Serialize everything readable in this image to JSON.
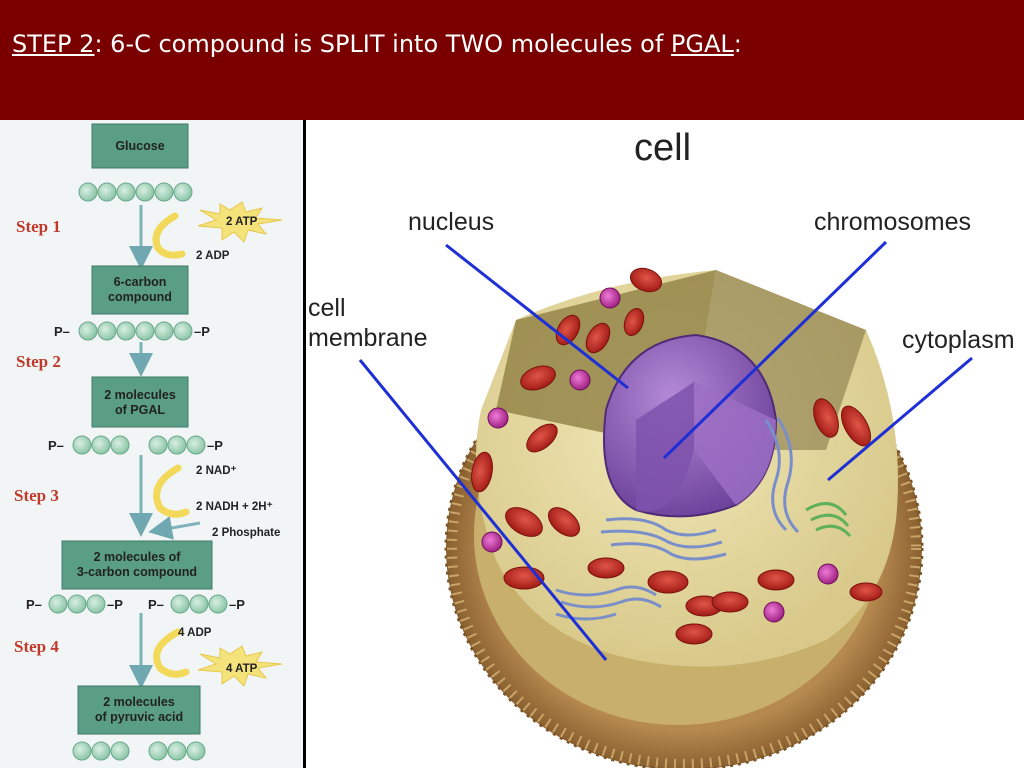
{
  "slide": {
    "title_step": "STEP 2",
    "title_mid": ": 6-C compound is SPLIT into TWO molecules of ",
    "title_pgal": "PGAL",
    "title_end": ":"
  },
  "glycolysis": {
    "boxes": [
      "Glucose",
      "6-carbon",
      "compound",
      "2 molecules",
      "of PGAL",
      "2 molecules of",
      "3-carbon compound",
      "2 molecules",
      "of pyruvic acid"
    ],
    "steps": [
      "Step 1",
      "Step 2",
      "Step 3",
      "Step 4"
    ],
    "atp_in": "2 ATP",
    "adp_out": "2 ADP",
    "p_left": "P–",
    "p_right": "–P",
    "nad": "2 NAD⁺",
    "nadh": "2 NADH + 2H⁺",
    "phosphate": "2 Phosphate",
    "adp_in": "4 ADP",
    "atp_out": "4 ATP"
  },
  "cell": {
    "title": "cell",
    "labels": [
      "nucleus",
      "chromosomes",
      "cell",
      "membrane",
      "cytoplasm"
    ]
  },
  "colors": {
    "title_bg": "#7a0000",
    "box_green": "#5a9e86",
    "carbon_green": "#9ccfb5",
    "step_red": "#c0392b",
    "atp_yellow": "#f4e27a",
    "pointer_blue": "#1f2fd6"
  }
}
